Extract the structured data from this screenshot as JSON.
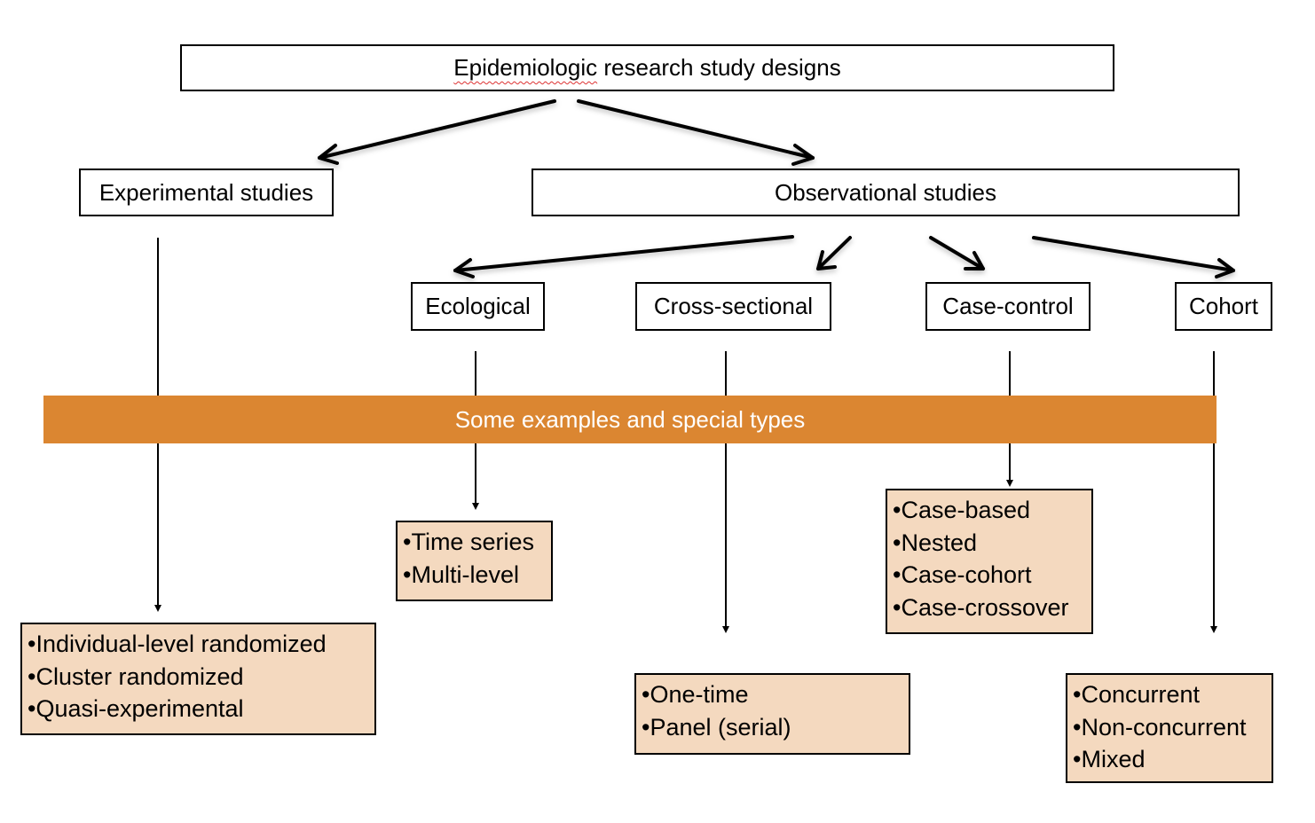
{
  "colors": {
    "banner": "#db8631",
    "example_box": "#f4d9bf",
    "line": "#000000",
    "banner_text": "#ffffff"
  },
  "root": {
    "title_part1": "Epidemiologic",
    "title_part2": " research study designs"
  },
  "level1": {
    "experimental": "Experimental studies",
    "observational": "Observational studies"
  },
  "observational_types": {
    "ecological": "Ecological",
    "cross_sectional": "Cross-sectional",
    "case_control": "Case-control",
    "cohort": "Cohort"
  },
  "banner": {
    "label": "Some examples and special types"
  },
  "examples": {
    "experimental": [
      "•Individual-level randomized",
      "•Cluster randomized",
      "•Quasi-experimental"
    ],
    "ecological": [
      "•Time series",
      "•Multi-level"
    ],
    "cross_sectional": [
      "•One-time",
      "•Panel (serial)"
    ],
    "case_control": [
      "•Case-based",
      "•Nested",
      "•Case-cohort",
      "•Case-crossover"
    ],
    "cohort": [
      "•Concurrent",
      "•Non-concurrent",
      "•Mixed"
    ]
  }
}
